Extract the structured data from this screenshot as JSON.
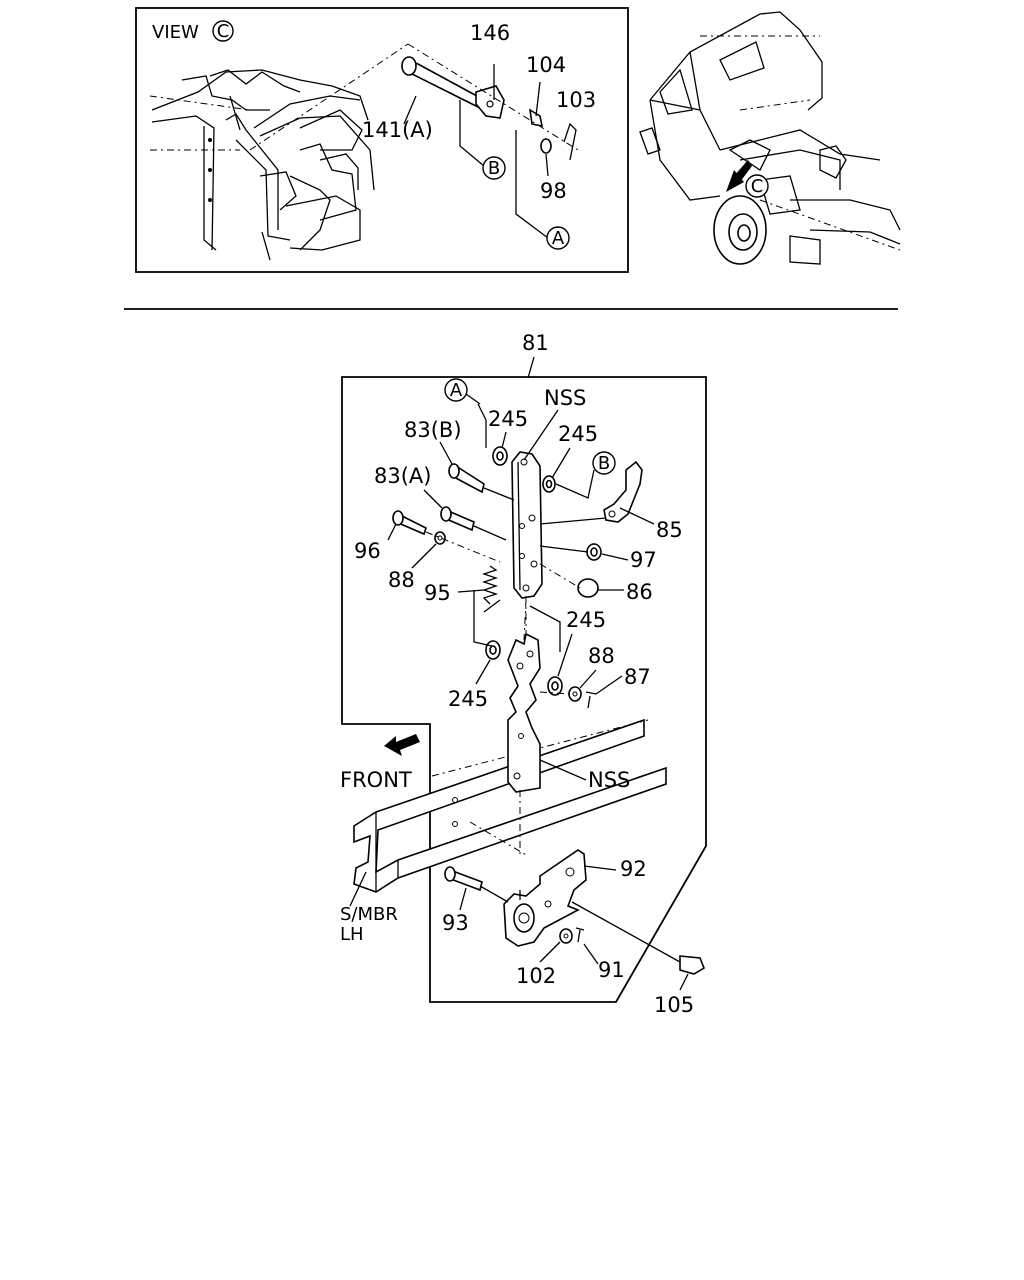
{
  "view_label": "VIEW",
  "view_letter": "C",
  "callout_a": "A",
  "callout_b": "B",
  "callout_c": "C",
  "labels": {
    "p146": "146",
    "p104": "104",
    "p103": "103",
    "p141a": "141(A)",
    "p98": "98",
    "p81": "81",
    "nss_top": "NSS",
    "p245_a": "245",
    "p245_b": "245",
    "p83b": "83(B)",
    "p83a": "83(A)",
    "p85": "85",
    "p96": "96",
    "p97": "97",
    "p88_a": "88",
    "p95": "95",
    "p86": "86",
    "p245_c": "245",
    "p88_b": "88",
    "p87": "87",
    "p245_d": "245",
    "front": "FRONT",
    "nss_bottom": "NSS",
    "smbr_1": "S/MBR",
    "smbr_2": "LH",
    "p92": "92",
    "p93": "93",
    "p102": "102",
    "p91": "91",
    "p105": "105"
  }
}
